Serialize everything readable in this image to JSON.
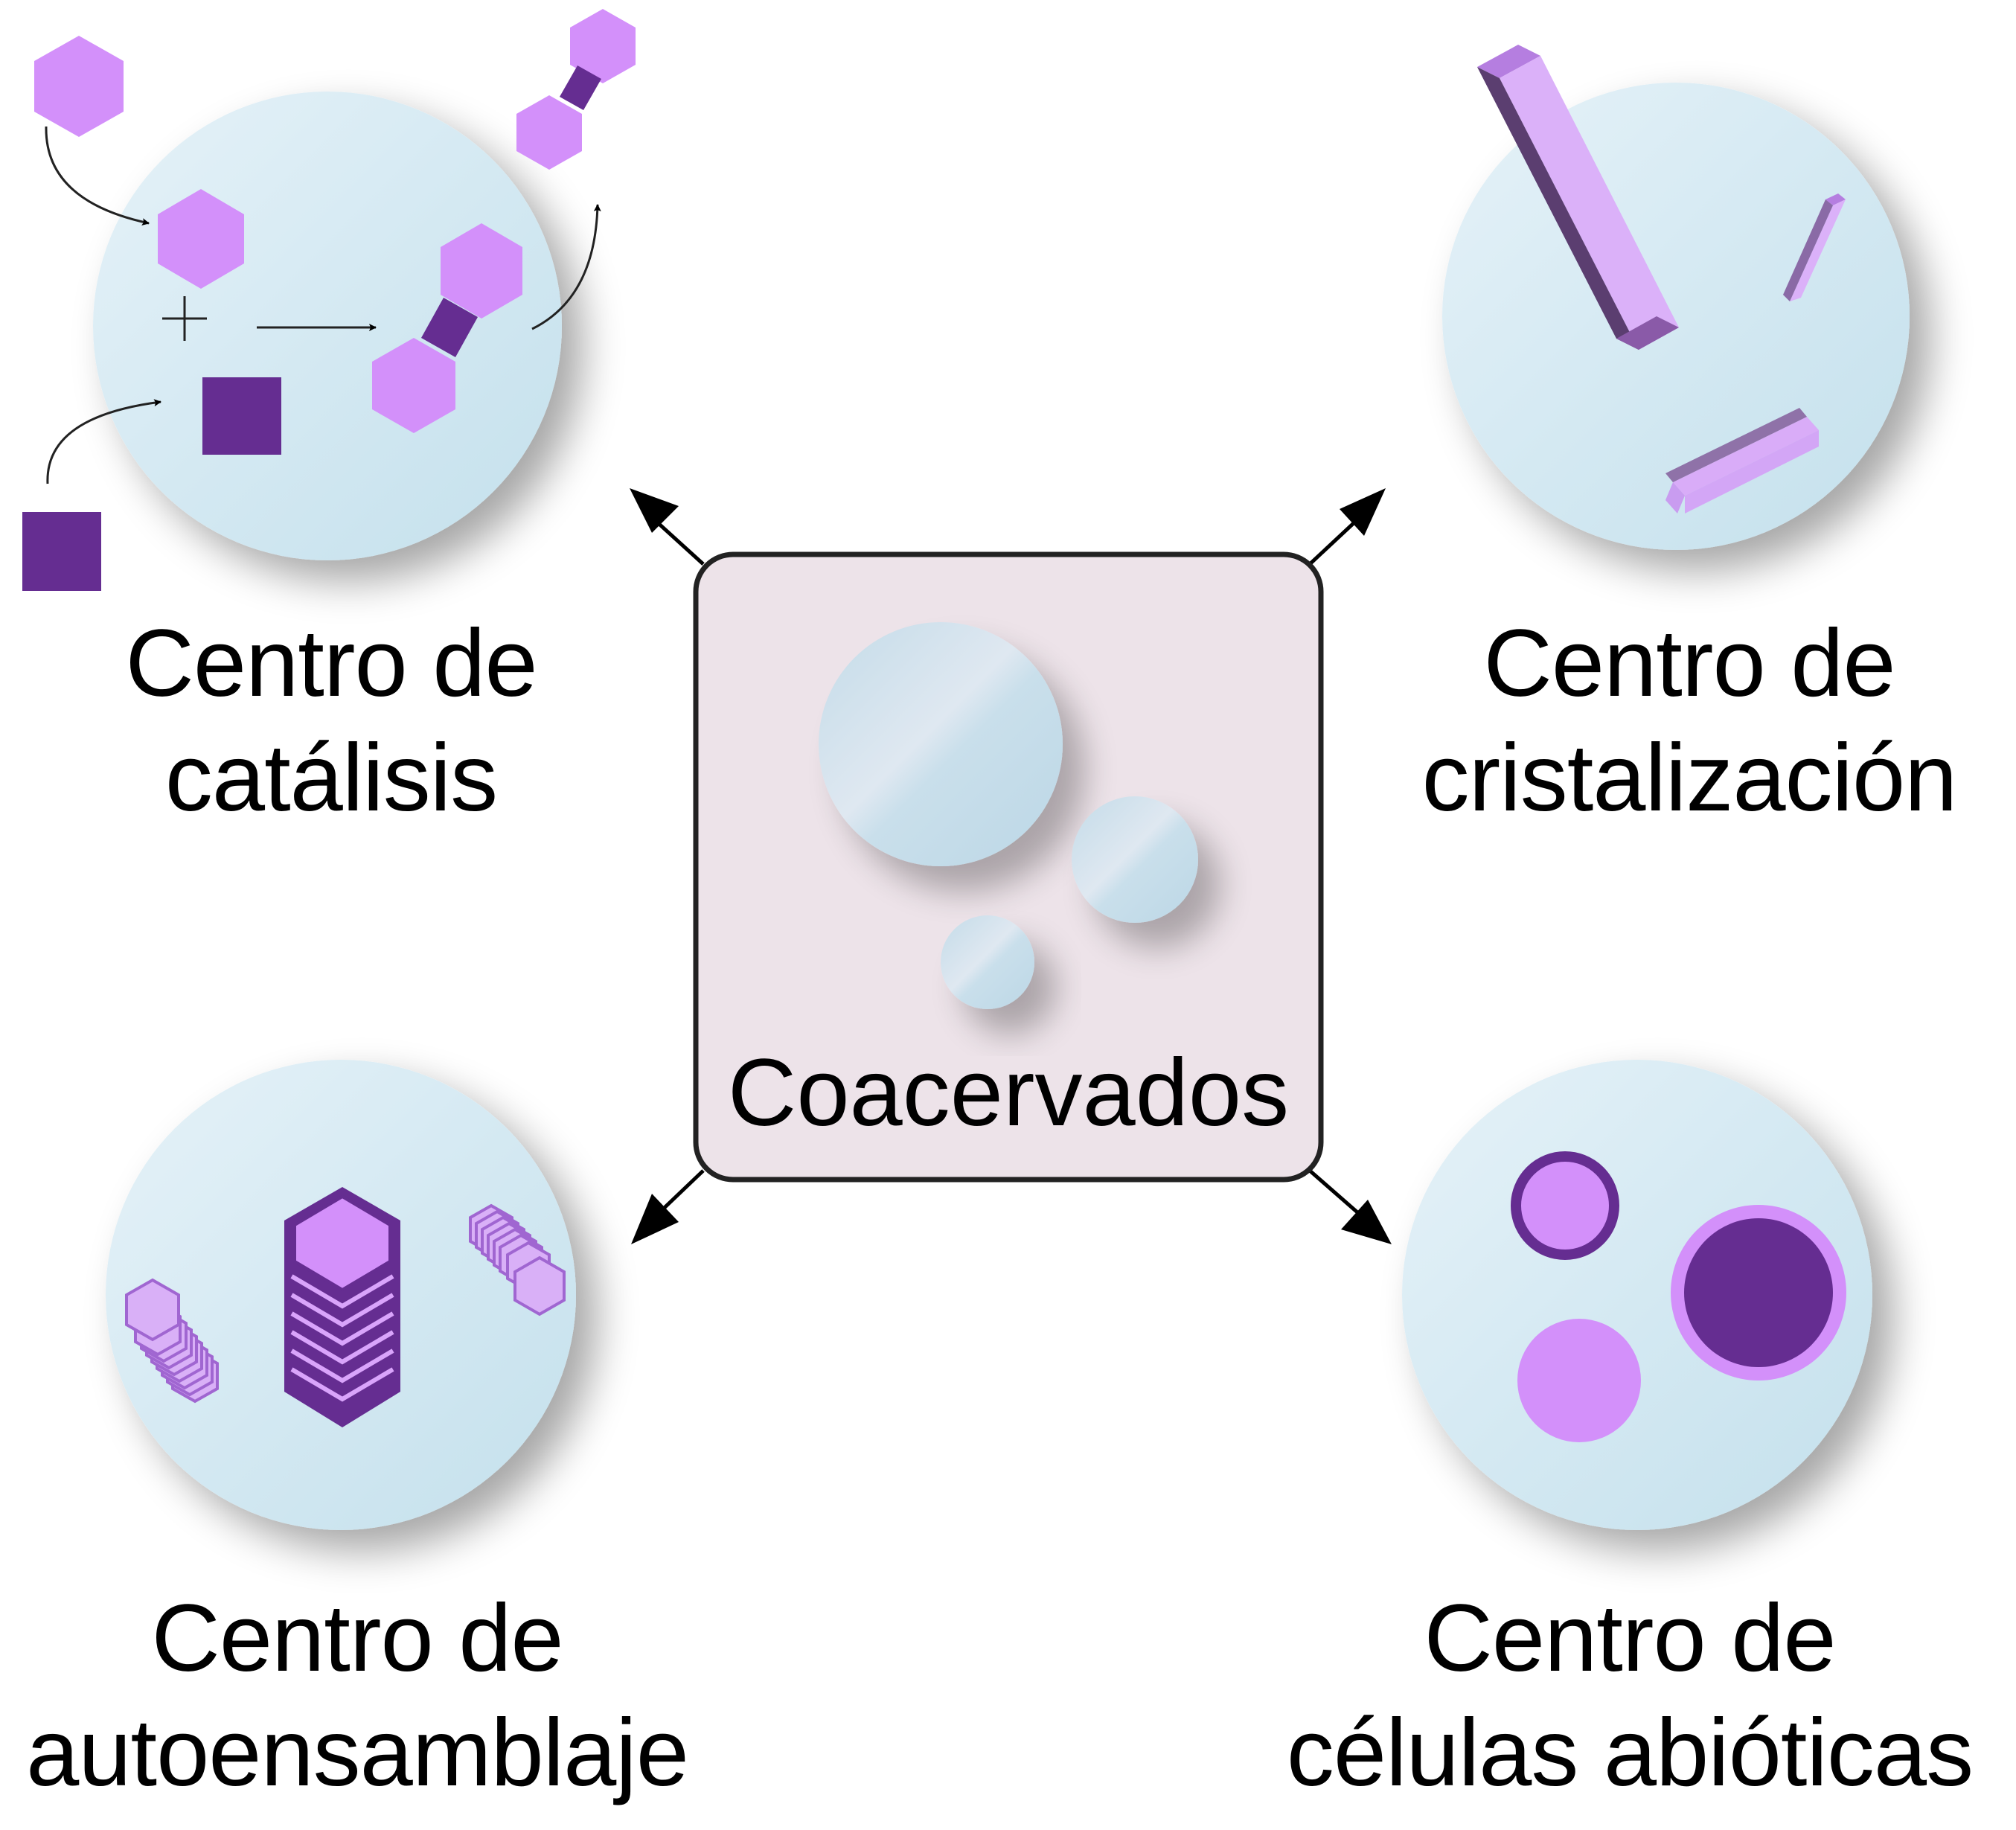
{
  "center": {
    "label": "Coacervados"
  },
  "nodes": [
    {
      "id": "catalysis",
      "line1": "Centro de",
      "line2": "catálisis"
    },
    {
      "id": "crystallization",
      "line1": "Centro de",
      "line2": "cristalización"
    },
    {
      "id": "self-assembly",
      "line1": "Centro de",
      "line2": "autoensamblaje"
    },
    {
      "id": "abiotic-cells",
      "line1": "Centro de",
      "line2": "células abióticas"
    }
  ],
  "colors": {
    "droplet": "#cfe6f0",
    "droplet_highlight": "#eef6fb",
    "center_box_fill": "#ede3e9",
    "center_box_stroke": "#222222",
    "light_purple": "#d390fa",
    "pale_purple": "#ddb5fa",
    "dark_purple": "#652d91",
    "medium_purple": "#9b59c4",
    "arrow": "#000000"
  },
  "icons": [
    "hexagon-monomer-icon",
    "square-monomer-icon",
    "dimer-product-icon",
    "crystal-rod-icon",
    "stacked-hexagon-icon",
    "protocell-icon"
  ]
}
